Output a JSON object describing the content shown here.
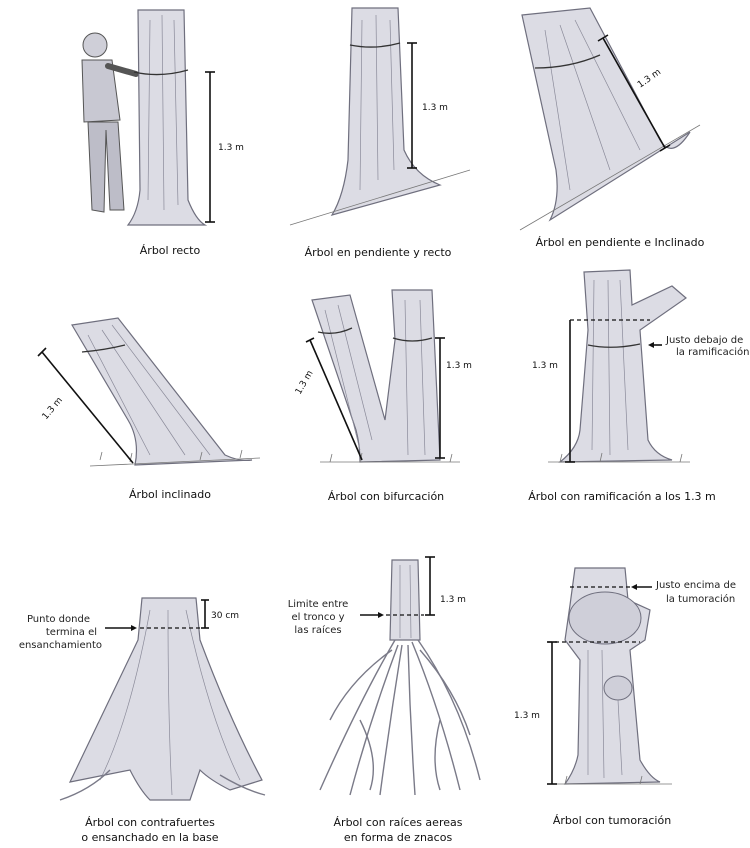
{
  "panels": [
    {
      "caption": "Árbol recto",
      "measure": "1.3 m"
    },
    {
      "caption": "Árbol en pendiente y recto",
      "measure": "1.3 m"
    },
    {
      "caption": "Árbol en pendiente e Inclinado",
      "measure": "1.3 m"
    },
    {
      "caption": "Árbol inclinado",
      "measure": "1.3 m"
    },
    {
      "caption": "Árbol con bifurcación",
      "measure": "1.3 m",
      "measure2": "1.3 m"
    },
    {
      "caption": "Árbol con ramificación a los 1.3 m",
      "measure": "1.3 m",
      "note": [
        "Justo debajo de",
        "la ramificación"
      ]
    },
    {
      "caption": [
        "Árbol con contrafuertes",
        "o ensanchado en la base"
      ],
      "measure": "30 cm",
      "note": [
        "Punto donde",
        "termina el",
        "ensanchamiento"
      ]
    },
    {
      "caption": [
        "Árbol con raíces aereas",
        "en forma de znacos"
      ],
      "measure": "1.3 m",
      "note": [
        "Limite entre",
        "el tronco y",
        "las raíces"
      ]
    },
    {
      "caption": "Árbol con tumoración",
      "measure": "1.3 m",
      "note": [
        "Justo encima de",
        "la tumoración"
      ]
    }
  ],
  "colors": {
    "bark": "#dcdce4",
    "outline": "#6f6f7e",
    "ink": "#111111"
  },
  "icons": [
    "person-measuring-figure",
    "tree-trunk-drawing",
    "measure-arrow"
  ]
}
